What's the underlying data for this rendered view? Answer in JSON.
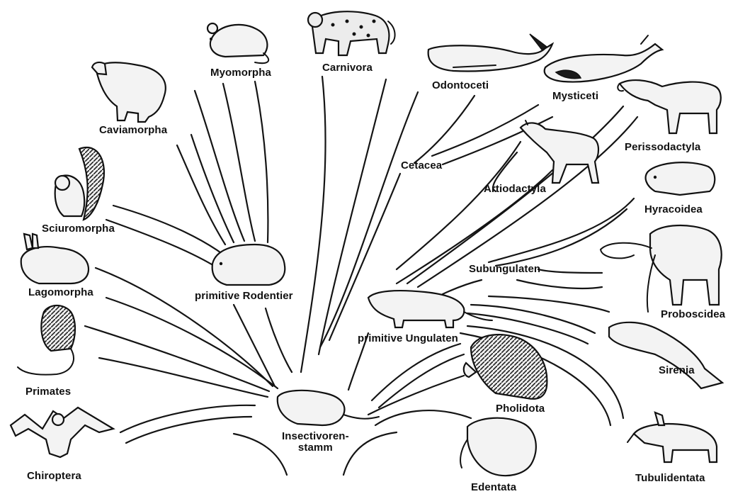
{
  "labels": {
    "myomorpha": "Myomorpha",
    "carnivora": "Carnivora",
    "odontoceti": "Odontoceti",
    "mysticeti": "Mysticeti",
    "caviamorpha": "Caviamorpha",
    "perissodactyla": "Perissodactyla",
    "cetacea": "Cetacea",
    "artiodactyla": "Artiodactyla",
    "hyracoidea": "Hyracoidea",
    "sciuromorpha": "Sciuromorpha",
    "lagomorpha": "Lagomorpha",
    "primitive_rodentier": "primitive Rodentier",
    "subungulaten": "Subungulaten",
    "proboscidea": "Proboscidea",
    "primitive_ungulaten": "primitive Ungulaten",
    "primates": "Primates",
    "sirenia": "Sirenia",
    "pholidota": "Pholidota",
    "insectivoren_line1": "Insectivoren-",
    "insectivoren_line2": "stamm",
    "chiroptera": "Chiroptera",
    "tubulidentata": "Tubulidentata",
    "edentata": "Edentata"
  }
}
